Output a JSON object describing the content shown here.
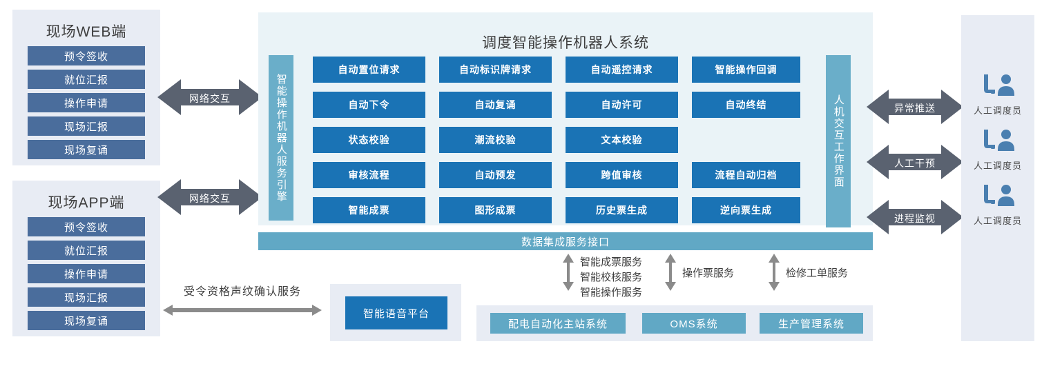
{
  "clients": [
    {
      "title": "现场WEB端",
      "items": [
        "预令签收",
        "就位汇报",
        "操作申请",
        "现场汇报",
        "现场复诵"
      ]
    },
    {
      "title": "现场APP端",
      "items": [
        "预令签收",
        "就位汇报",
        "操作申请",
        "现场汇报",
        "现场复诵"
      ]
    }
  ],
  "network_arrows": [
    "网络交互",
    "网络交互"
  ],
  "system": {
    "title": "调度智能操作机器人系统",
    "left_bar": "智能操作机器人服务引擎",
    "right_bar": "人机交互工作界面",
    "grid": [
      [
        "自动置位请求",
        "自动标识牌请求",
        "自动遥控请求",
        "智能操作回调"
      ],
      [
        "自动下令",
        "自动复诵",
        "自动许可",
        "自动终结"
      ],
      [
        "状态校验",
        "潮流校验",
        "文本校验",
        ""
      ],
      [
        "审核流程",
        "自动预发",
        "跨值审核",
        "流程自动归档"
      ],
      [
        "智能成票",
        "图形成票",
        "历史票生成",
        "逆向票生成"
      ]
    ]
  },
  "human_arrows": [
    "异常推送",
    "人工干预",
    "进程监视"
  ],
  "operators": [
    {
      "label": "人工调度员",
      "icon": "dispatcher-icon"
    },
    {
      "label": "人工调度员",
      "icon": "dispatcher-icon"
    },
    {
      "label": "人工调度员",
      "icon": "dispatcher-icon"
    }
  ],
  "data_interface": {
    "title": "数据集成服务接口"
  },
  "service_arrows": [
    {
      "lines": [
        "智能成票服务",
        "智能校核服务",
        "智能操作服务"
      ]
    },
    {
      "lines": [
        "操作票服务"
      ]
    },
    {
      "lines": [
        "检修工单服务"
      ]
    }
  ],
  "external_systems": [
    "配电自动化主站系统",
    "OMS系统",
    "生产管理系统"
  ],
  "voice": {
    "service_label": "受令资格声纹确认服务",
    "platform": "智能语音平台"
  },
  "colors": {
    "client_button": "#4a6d9c",
    "panel_background": "#e8ecf4",
    "system_background": "#eaf3f7",
    "cell_blue": "#1a73b5",
    "teal": "#61a8c5",
    "vbar_teal": "#6aaec9",
    "arrow_gray": "#5a6270",
    "thin_arrow_gray": "#8b8b8b",
    "icon_blue": "#4a7fb0",
    "text_dark": "#3d3d3d"
  }
}
